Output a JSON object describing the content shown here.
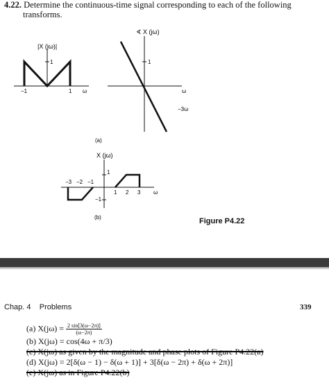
{
  "problem": {
    "number": "4.22.",
    "text_line1": "Determine the continuous-time signal corresponding to each of the following",
    "text_line2": "transforms."
  },
  "figure_a": {
    "magnitude_label": "|X (jω)|",
    "phase_label": "∢ X (jω)",
    "mag_y_tick": "1",
    "mag_x_ticks": [
      "−1",
      "1"
    ],
    "mag_x_axis": "ω",
    "phase_y_tick": "1",
    "phase_x_axis": "ω",
    "phase_slope_label": "−3ω",
    "caption": "(a)"
  },
  "figure_b": {
    "y_label": "X (jω)",
    "y_tick_pos": "1",
    "y_tick_neg": "−1",
    "x_ticks_neg": [
      "−3",
      "−2",
      "−1"
    ],
    "x_ticks_pos": [
      "1",
      "2",
      "3"
    ],
    "x_axis": "ω",
    "caption": "(b)"
  },
  "figure_label": "Figure P4.22",
  "footer": {
    "chapter": "Chap. 4    Problems",
    "page": "339"
  },
  "answers": {
    "a_label": "(a)",
    "a_lhs": "X(jω) =",
    "a_num": "2 sin[3(ω−2π)]",
    "a_den": "(ω−2π)",
    "b_text": "(b) X(jω) = cos(4ω + π/3)",
    "c_text": "(c) X(jω) as given by the magnitude and phase plots of Figure P4.22(a)",
    "d_text": "(d) X(jω) = 2[δ(ω − 1) − δ(ω + 1)] + 3[δ(ω − 2π) + δ(ω + 2π)]",
    "e_text": "(e) X(jω) as in Figure P4.22(b)"
  }
}
